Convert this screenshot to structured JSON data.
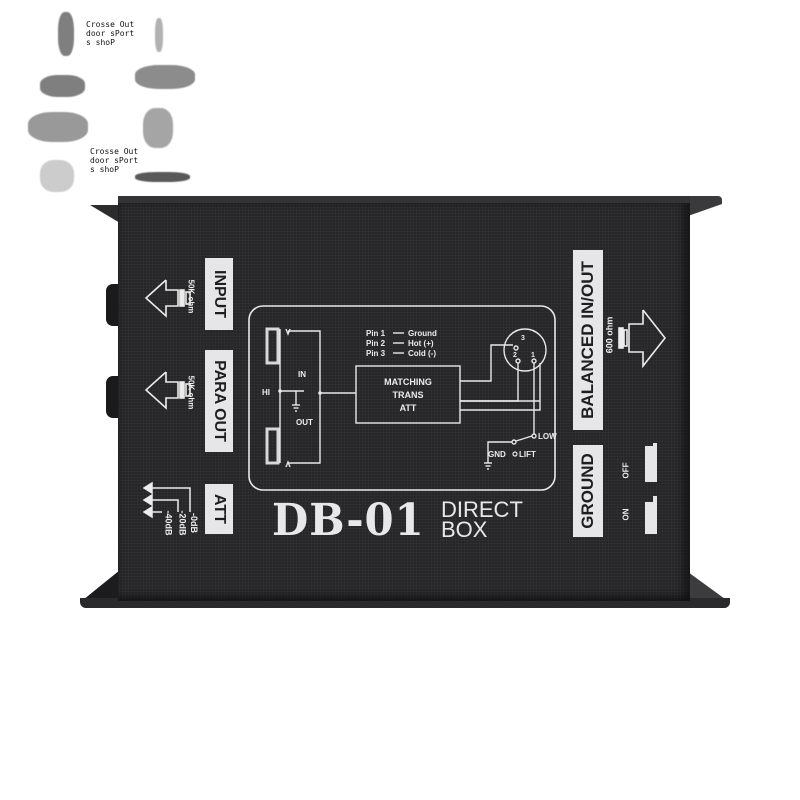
{
  "watermark": {
    "bubble_text_1": "Crosse Out\ndoor sPort\ns shoP",
    "bubble_text_2": "Crosse Out\ndoor sPort\ns shoP"
  },
  "device": {
    "model": "DB-01",
    "type_line1": "DIRECT",
    "type_line2": "BOX",
    "body_color": "#262628",
    "label_color": "#e6e6e8",
    "left_panel": {
      "input_label": "INPUT",
      "input_impedance": "50K ohm",
      "para_out_label": "PARA OUT",
      "para_out_impedance": "50K ohm",
      "att_label": "ATT",
      "att_levels": [
        "-0dB",
        "-20dB",
        "-40dB"
      ]
    },
    "right_panel": {
      "balanced_label": "BALANCED IN/OUT",
      "balanced_impedance": "600 ohm",
      "ground_label": "GROUND",
      "ground_on": "ON",
      "ground_off": "OFF"
    },
    "schematic": {
      "in_label": "IN",
      "out_label": "OUT",
      "hi_label": "HI",
      "pins": [
        {
          "pin": "Pin 1",
          "function": "Ground"
        },
        {
          "pin": "Pin 2",
          "function": "Hot (+)"
        },
        {
          "pin": "Pin 3",
          "function": "Cold (-)"
        }
      ],
      "transformer_lines": [
        "MATCHING",
        "TRANS",
        "ATT"
      ],
      "xlr_pin_numbers": [
        "3",
        "2",
        "1"
      ],
      "switch_low": "LOW",
      "switch_gnd": "GND",
      "switch_lift": "LIFT"
    }
  }
}
